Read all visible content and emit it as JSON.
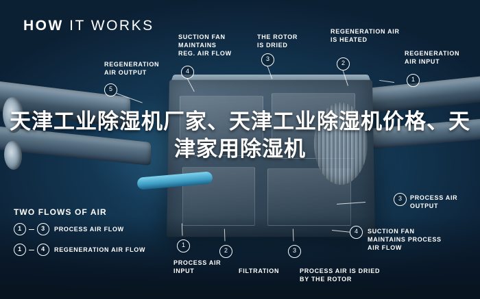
{
  "headline": {
    "bold_part": "HOW",
    "rest": " IT WORKS"
  },
  "overlay_text": "天津工业除湿机厂家、天津工业除湿机价格、天津家用除湿机",
  "callouts": [
    {
      "id": "1",
      "label": "REGENERATION\nAIR INPUT"
    },
    {
      "id": "2",
      "label": "REGENERATION AIR\nIS HEATED"
    },
    {
      "id": "3",
      "label": "THE ROTOR\nIS DRIED"
    },
    {
      "id": "4",
      "label": "SUCTION FAN\nMAINTAINS\nREG. AIR FLOW"
    },
    {
      "id": "5",
      "label": "REGENERATION\nAIR OUTPUT"
    },
    {
      "id": "1b",
      "label": "PROCESS AIR\nINPUT"
    },
    {
      "id": "2b",
      "label": "FILTRATION"
    },
    {
      "id": "3b",
      "label": "PROCESS AIR IS DRIED\nBY THE ROTOR"
    },
    {
      "id": "4b",
      "label": "SUCTION FAN\nMAINTAINS PROCESS\nAIR FLOW"
    },
    {
      "id": "5b",
      "label": "PROCESS AIR\nOUTPUT"
    }
  ],
  "legend": {
    "title": "TWO FLOWS OF AIR",
    "rows": [
      {
        "from": "1",
        "to": "3",
        "label": "PROCESS AIR FLOW"
      },
      {
        "from": "1",
        "to": "4",
        "label": "REGENERATION AIR FLOW"
      }
    ]
  },
  "colors": {
    "background_dark": "#0d2136",
    "accent_blue": "#3f9dc4",
    "text": "#ffffff"
  }
}
